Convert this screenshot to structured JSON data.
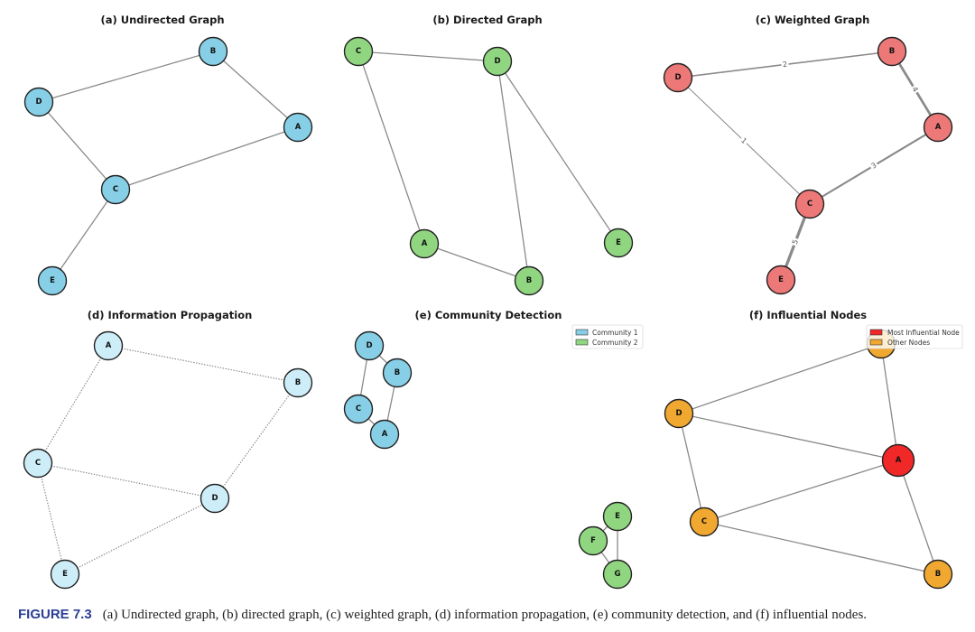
{
  "caption": {
    "label": "FIGURE 7.3",
    "text": "(a) Undirected graph, (b) directed graph, (c) weighted graph, (d) information propagation, (e) community detection, and (f) influential nodes."
  },
  "colors": {
    "blue": "#87cfe6",
    "green": "#90d680",
    "red_light": "#ec7878",
    "light_blue": "#cdeef8",
    "orange": "#f0a830",
    "red": "#f02828",
    "edge": "#8a8a8a"
  },
  "panels": [
    {
      "id": "a",
      "title": "(a) Undirected Graph",
      "node_color": "#87cfe6",
      "nodes": [
        {
          "id": "A"
        },
        {
          "id": "B"
        },
        {
          "id": "C"
        },
        {
          "id": "D"
        },
        {
          "id": "E"
        }
      ],
      "edges": [
        {
          "source": "D",
          "target": "B"
        },
        {
          "source": "B",
          "target": "A"
        },
        {
          "source": "D",
          "target": "C"
        },
        {
          "source": "C",
          "target": "A"
        },
        {
          "source": "C",
          "target": "E"
        }
      ]
    },
    {
      "id": "b",
      "title": "(b) Directed Graph",
      "node_color": "#90d680",
      "nodes": [
        {
          "id": "A"
        },
        {
          "id": "B"
        },
        {
          "id": "C"
        },
        {
          "id": "D"
        },
        {
          "id": "E"
        }
      ],
      "edges": [
        {
          "source": "C",
          "target": "D"
        },
        {
          "source": "C",
          "target": "A"
        },
        {
          "source": "D",
          "target": "B"
        },
        {
          "source": "D",
          "target": "E"
        },
        {
          "source": "A",
          "target": "B"
        }
      ]
    },
    {
      "id": "c",
      "title": "(c) Weighted Graph",
      "node_color": "#ec7878",
      "nodes": [
        {
          "id": "A"
        },
        {
          "id": "B"
        },
        {
          "id": "C"
        },
        {
          "id": "D"
        },
        {
          "id": "E"
        }
      ],
      "edges": [
        {
          "source": "D",
          "target": "B",
          "weight": 2
        },
        {
          "source": "B",
          "target": "A",
          "weight": 4
        },
        {
          "source": "D",
          "target": "C",
          "weight": 1
        },
        {
          "source": "C",
          "target": "A",
          "weight": 3
        },
        {
          "source": "C",
          "target": "E",
          "weight": 5
        }
      ]
    },
    {
      "id": "d",
      "title": "(d) Information Propagation",
      "node_color": "#cdeef8",
      "edge_style": "dotted",
      "nodes": [
        {
          "id": "A"
        },
        {
          "id": "B"
        },
        {
          "id": "C"
        },
        {
          "id": "D"
        },
        {
          "id": "E"
        }
      ],
      "edges": [
        {
          "source": "A",
          "target": "B"
        },
        {
          "source": "A",
          "target": "C"
        },
        {
          "source": "B",
          "target": "D"
        },
        {
          "source": "C",
          "target": "D"
        },
        {
          "source": "C",
          "target": "E"
        },
        {
          "source": "E",
          "target": "D"
        }
      ]
    },
    {
      "id": "e",
      "title": "(e) Community Detection",
      "legend": [
        {
          "label": "Community 1",
          "color": "#87cfe6"
        },
        {
          "label": "Community 2",
          "color": "#90d680"
        }
      ],
      "nodes": [
        {
          "id": "A",
          "community": 1
        },
        {
          "id": "B",
          "community": 1
        },
        {
          "id": "C",
          "community": 1
        },
        {
          "id": "D",
          "community": 1
        },
        {
          "id": "E",
          "community": 2
        },
        {
          "id": "F",
          "community": 2
        },
        {
          "id": "G",
          "community": 2
        }
      ],
      "edges": [
        {
          "source": "D",
          "target": "B"
        },
        {
          "source": "D",
          "target": "C"
        },
        {
          "source": "B",
          "target": "A"
        },
        {
          "source": "C",
          "target": "A"
        },
        {
          "source": "E",
          "target": "F"
        },
        {
          "source": "E",
          "target": "G"
        },
        {
          "source": "F",
          "target": "G"
        }
      ]
    },
    {
      "id": "f",
      "title": "(f) Influential Nodes",
      "legend": [
        {
          "label": "Most Influential Node",
          "color": "#f02828"
        },
        {
          "label": "Other Nodes",
          "color": "#f0a830"
        }
      ],
      "nodes": [
        {
          "id": "A",
          "influential": true
        },
        {
          "id": "B"
        },
        {
          "id": "C"
        },
        {
          "id": "D"
        },
        {
          "id": "E",
          "label_hidden": true
        }
      ],
      "edges": [
        {
          "source": "E",
          "target": "D"
        },
        {
          "source": "E",
          "target": "A"
        },
        {
          "source": "D",
          "target": "A"
        },
        {
          "source": "D",
          "target": "C"
        },
        {
          "source": "C",
          "target": "A"
        },
        {
          "source": "C",
          "target": "B"
        },
        {
          "source": "A",
          "target": "B"
        }
      ]
    }
  ]
}
